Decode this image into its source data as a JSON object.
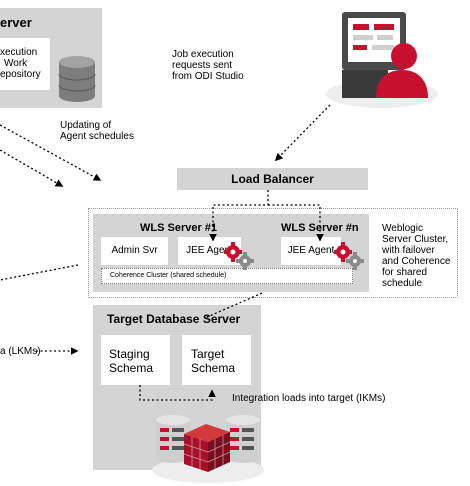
{
  "agent_server": {
    "title": "erver",
    "box_lines": [
      "xecution",
      "Work",
      "epository"
    ]
  },
  "annotations": {
    "job_requests": [
      "Job execution",
      "requests sent",
      "from ODI Studio"
    ],
    "updating_schedules": [
      "Updating of",
      "Agent schedules"
    ],
    "cluster_note": [
      "Weblogic",
      "Server Cluster,",
      "with failover",
      "and Coherence",
      "for shared",
      "schedule"
    ],
    "left_ikms": "a (LKMs)",
    "integration_loads": "Integration loads into target (IKMs)"
  },
  "load_balancer": {
    "label": "Load Balancer"
  },
  "cluster": {
    "server1": {
      "title": "WLS Server #1",
      "admin": "Admin Svr",
      "agent": "JEE Agent"
    },
    "servern": {
      "title": "WLS Server #n",
      "agent": "JEE Agent"
    },
    "coherence": "Coherence Cluster (shared schedule)"
  },
  "target_db": {
    "title": "Target Database Server",
    "staging": [
      "Staging",
      "Schema"
    ],
    "target": [
      "Target",
      "Schema"
    ]
  },
  "colors": {
    "box_gray": "#d4d4d4",
    "accent_red": "#c8102e",
    "icon_gray": "#8a8a8a"
  },
  "icons": [
    "database-icon",
    "user-workstation-icon",
    "gear-icon",
    "data-cube-icon"
  ]
}
